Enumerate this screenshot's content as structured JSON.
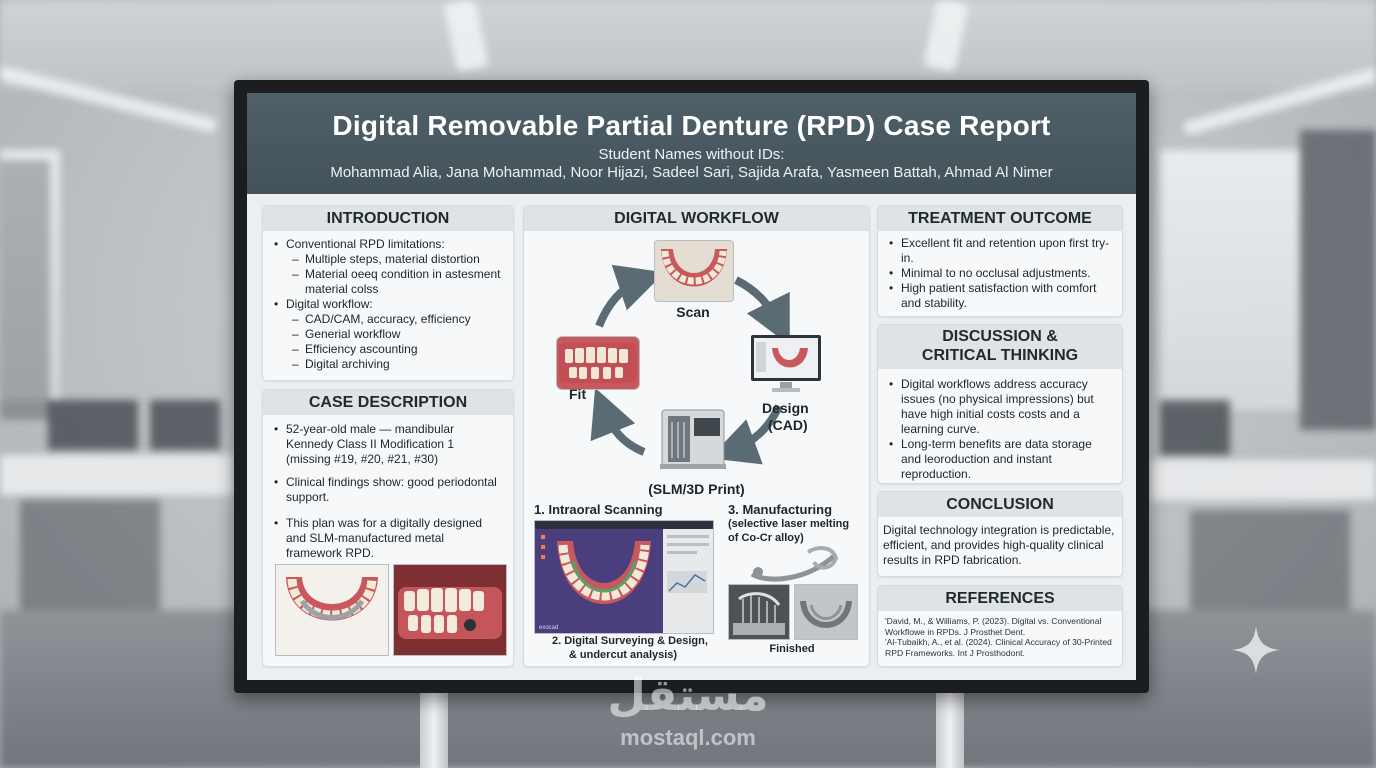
{
  "poster": {
    "title": "Digital Removable Partial Denture (RPD) Case Report",
    "subtitle": "Student Names without IDs:",
    "names": "Mohammad Alia, Jana Mohammad, Noor Hijazi, Sadeel Sari, Sajida Arafa, Yasmeen Battah, Ahmad Al Nimer"
  },
  "introduction": {
    "heading": "INTRODUCTION",
    "b1": "Conventional RPD limitations:",
    "b1_1": "Multiple steps, material distortion",
    "b1_2": "Material oeeq condition in astesment",
    "b1_2b": "material colss",
    "b2": "Digital workflow:",
    "b2_1": "CAD/CAM, accuracy, efficiency",
    "b2_2": "Generial workflow",
    "b2_3": "Efficiency ascounting",
    "b2_4": "Digital archiving"
  },
  "case_description": {
    "heading": "CASE DESCRIPTION",
    "b1": "52-year-old male — mandibular Kennedy Class II Modification 1 (missing #19, #20, #21, #30)",
    "b2": "Clinical findings show: good periodontal support.",
    "b3": "This plan was for a digitally designed and SLM-manufactured metal framework RPD."
  },
  "workflow": {
    "heading": "DIGITAL WORKFLOW",
    "scan": "Scan",
    "design": "Design",
    "design2": "(CAD)",
    "print": "(SLM/3D Print)",
    "fit": "Fit",
    "step1": "1. Intraoral Scanning",
    "step2a": "2. Digital Surveying & Design,",
    "step2b": "& undercut analysis)",
    "step3": "3. Manufacturing",
    "step3a": "(selective laser melting",
    "step3b": "of Co-Cr alloy)",
    "finished": "Finished",
    "scanner_brand": "exocad"
  },
  "treatment_outcome": {
    "heading": "TREATMENT OUTCOME",
    "b1": "Excellent fit and retention upon first try-in.",
    "b2": "Minimal to no occlusal adjustments.",
    "b3": "High patient satisfaction with comfort and stability."
  },
  "discussion": {
    "heading1": "DISCUSSION &",
    "heading2": "CRITICAL THINKING",
    "b1": "Digital workflows address accuracy issues (no physical impressions) but have high initial costs costs and a learning curve.",
    "b2": "Long-term benefits are data storage and leoroduction and instant reproduction."
  },
  "conclusion": {
    "heading": "CONCLUSION",
    "text": "Digital technology integration is predictable, efficient, and provides high-quality clinical results in RPD fabrication."
  },
  "references": {
    "heading": "REFERENCES",
    "r1": "'David, M., & Williams, P. (2023). Digital vs. Conventional Workflowe in RPDs. J Prosthet Dent.",
    "r2": "'Al-Tubaikh, A., et al. (2024). Clinical Accuracy of 30-Printed RPD Frameworks. Int J Prosthodont."
  },
  "watermark": {
    "arabic": "مستقل",
    "latin": "mostaql.com"
  },
  "colors": {
    "header": "#4a5a62",
    "panel_head": "#dfe3e6",
    "arrow": "#5a6b73",
    "gums": "#c8585e",
    "teeth": "#f1e8d6"
  }
}
